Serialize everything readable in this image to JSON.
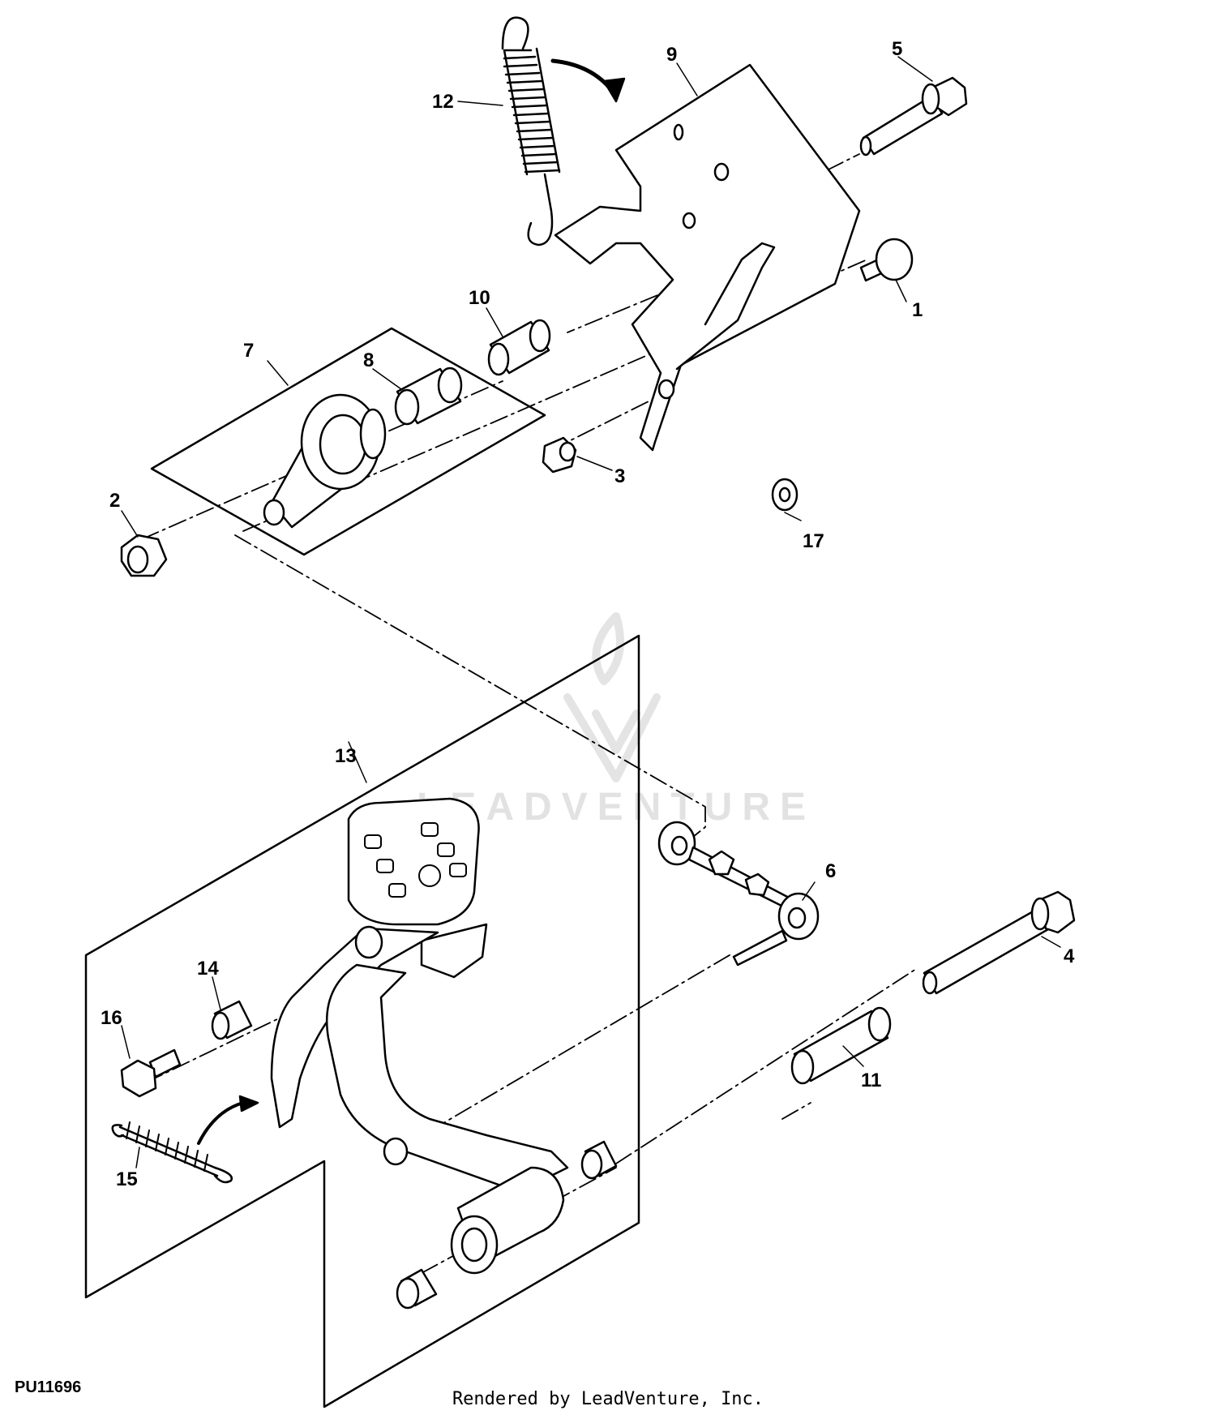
{
  "figure": {
    "id": "PU11696",
    "credit": "Rendered by LeadVenture, Inc.",
    "watermark": "LEADVENTURE"
  },
  "callouts": [
    {
      "label": "1"
    },
    {
      "label": "2"
    },
    {
      "label": "3"
    },
    {
      "label": "4"
    },
    {
      "label": "5"
    },
    {
      "label": "6"
    },
    {
      "label": "7"
    },
    {
      "label": "8"
    },
    {
      "label": "9"
    },
    {
      "label": "10"
    },
    {
      "label": "11"
    },
    {
      "label": "12"
    },
    {
      "label": "13"
    },
    {
      "label": "14"
    },
    {
      "label": "15"
    },
    {
      "label": "16"
    },
    {
      "label": "17"
    }
  ]
}
